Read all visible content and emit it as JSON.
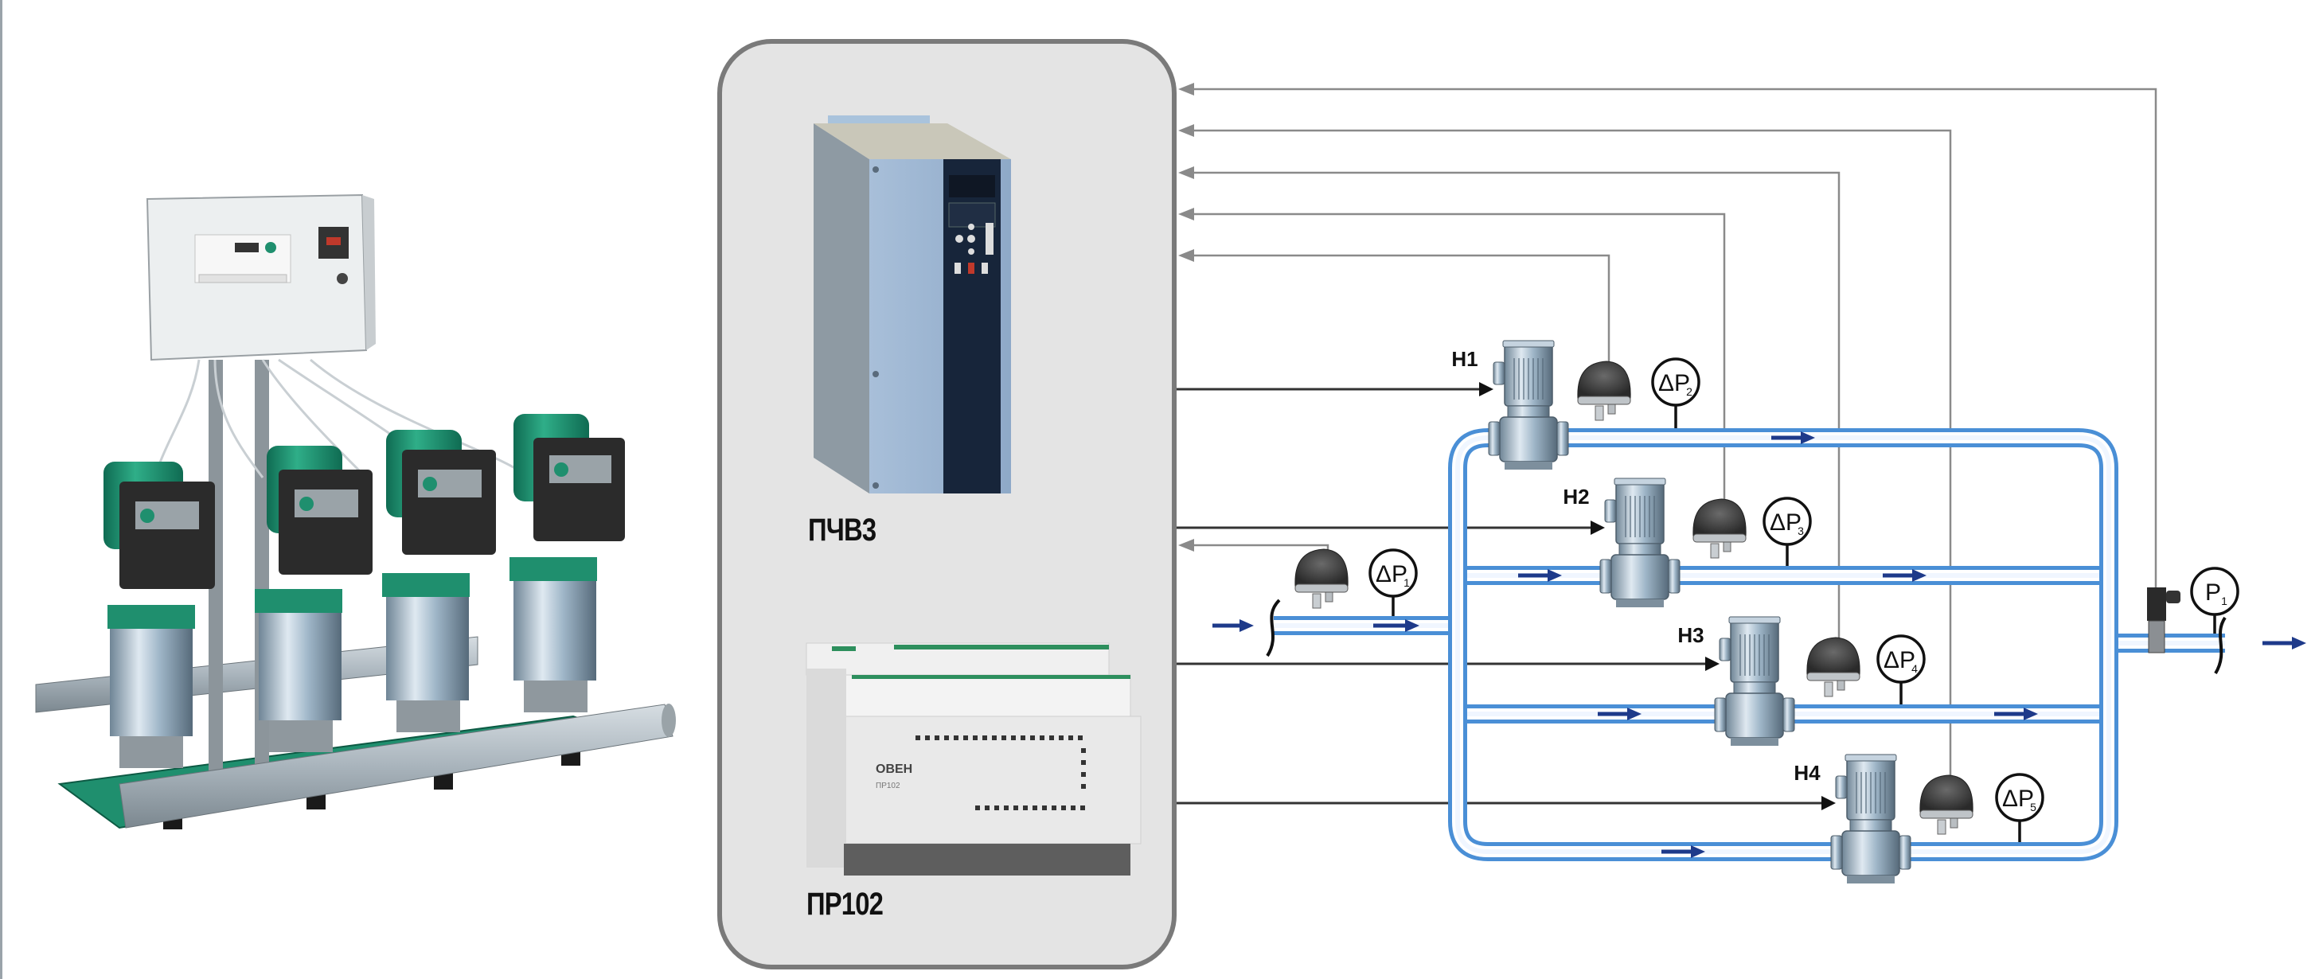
{
  "diagram": {
    "title": "Pump station control scheme",
    "photo": {
      "name": "Booster pump station (4 vertical pumps with control cabinet)",
      "pump_count": 4
    },
    "control_panel": {
      "devices": [
        {
          "id": "vfd",
          "label": "ПЧВ3",
          "type": "Frequency converter"
        },
        {
          "id": "plc",
          "label": "ПР102",
          "type": "Programmable relay",
          "brand_text": "ОВЕН",
          "model_text": "ПР102"
        }
      ]
    },
    "pumps": [
      {
        "id": "H1",
        "label": "H1"
      },
      {
        "id": "H2",
        "label": "H2"
      },
      {
        "id": "H3",
        "label": "H3"
      },
      {
        "id": "H4",
        "label": "H4"
      }
    ],
    "gauges": [
      {
        "id": "dP1",
        "symbol": "ΔP",
        "sub": "1"
      },
      {
        "id": "dP2",
        "symbol": "ΔP",
        "sub": "2"
      },
      {
        "id": "dP3",
        "symbol": "ΔP",
        "sub": "3"
      },
      {
        "id": "dP4",
        "symbol": "ΔP",
        "sub": "4"
      },
      {
        "id": "dP5",
        "symbol": "ΔP",
        "sub": "5"
      },
      {
        "id": "P1",
        "symbol": "P",
        "sub": "1"
      }
    ],
    "signals": {
      "control_lines": [
        "H1",
        "H2",
        "H3",
        "H4"
      ],
      "feedback_lines": [
        "P1",
        "dP5",
        "dP4",
        "dP3",
        "dP2",
        "dP1"
      ]
    },
    "colors": {
      "pipe_outer": "#4a8fd6",
      "pipe_inner": "#eef5ff",
      "flow_arrow": "#1e3a8a",
      "panel_bg": "#e4e4e4",
      "panel_border": "#7a7a7a",
      "control_line": "#333333",
      "feedback_line": "#8a8a8a",
      "pump_green": "#1f8f6e"
    }
  }
}
